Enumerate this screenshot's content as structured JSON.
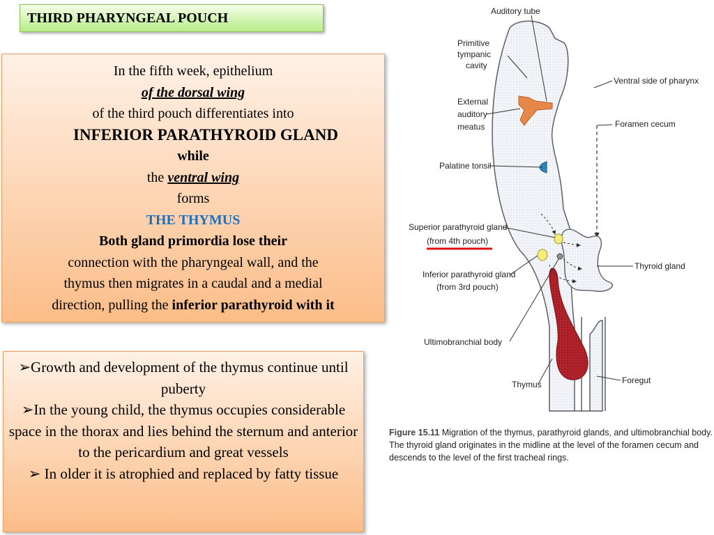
{
  "title": "THIRD PHARYNGEAL POUCH",
  "para1": {
    "l1": "In the fifth week, epithelium",
    "l2": "of the dorsal wing",
    "l3": "of the third pouch differentiates into",
    "l4": "INFERIOR PARATHYROID GLAND",
    "l5": "while",
    "l6a": "the ",
    "l6b": "ventral wing",
    "l7": "forms",
    "l8": "THE THYMUS",
    "l9": "Both gland primordia lose their",
    "l10": "connection with the pharyngeal wall, and the",
    "l11": "thymus then migrates in a caudal and a medial",
    "l12a": "direction, pulling the ",
    "l12b": "inferior parathyroid with it"
  },
  "bullets": {
    "b1": "➢Growth and development of the thymus continue until puberty",
    "b2": "➢In the young child, the thymus occupies considerable space in the thorax and lies behind the sternum and anterior to the pericardium and great vessels",
    "b3": "➢ In older it is atrophied and replaced by fatty tissue"
  },
  "figure": {
    "labels": {
      "auditory_tube": "Auditory tube",
      "primitive_1": "Primitive",
      "primitive_2": "tympanic",
      "primitive_3": "cavity",
      "ventral_side": "Ventral side of pharynx",
      "external_1": "External",
      "external_2": "auditory",
      "external_3": "meatus",
      "foramen_cecum": "Foramen cecum",
      "palatine_tonsil": "Palatine tonsil",
      "superior_1": "Superior parathyroid gland",
      "superior_2": "(from 4th pouch)",
      "thyroid": "Thyroid gland",
      "inferior_1": "Inferior parathyroid gland",
      "inferior_2": "(from 3rd pouch)",
      "ultimobranchial": "Ultimobranchial body",
      "thymus": "Thymus",
      "foregut": "Foregut"
    },
    "caption_bold": "Figure 15.11",
    "caption_text": " Migration of the thymus, parathyroid glands, and ultimobranchial body. The thyroid gland originates in the midline at the level of the foramen cecum and descends to the level of the first tracheal rings.",
    "colors": {
      "thymus": "#b3232b",
      "meatus": "#e8874a",
      "tonsil": "#2f86b8",
      "parathyroid": "#f3ee7a",
      "underline": "#e01010"
    }
  }
}
